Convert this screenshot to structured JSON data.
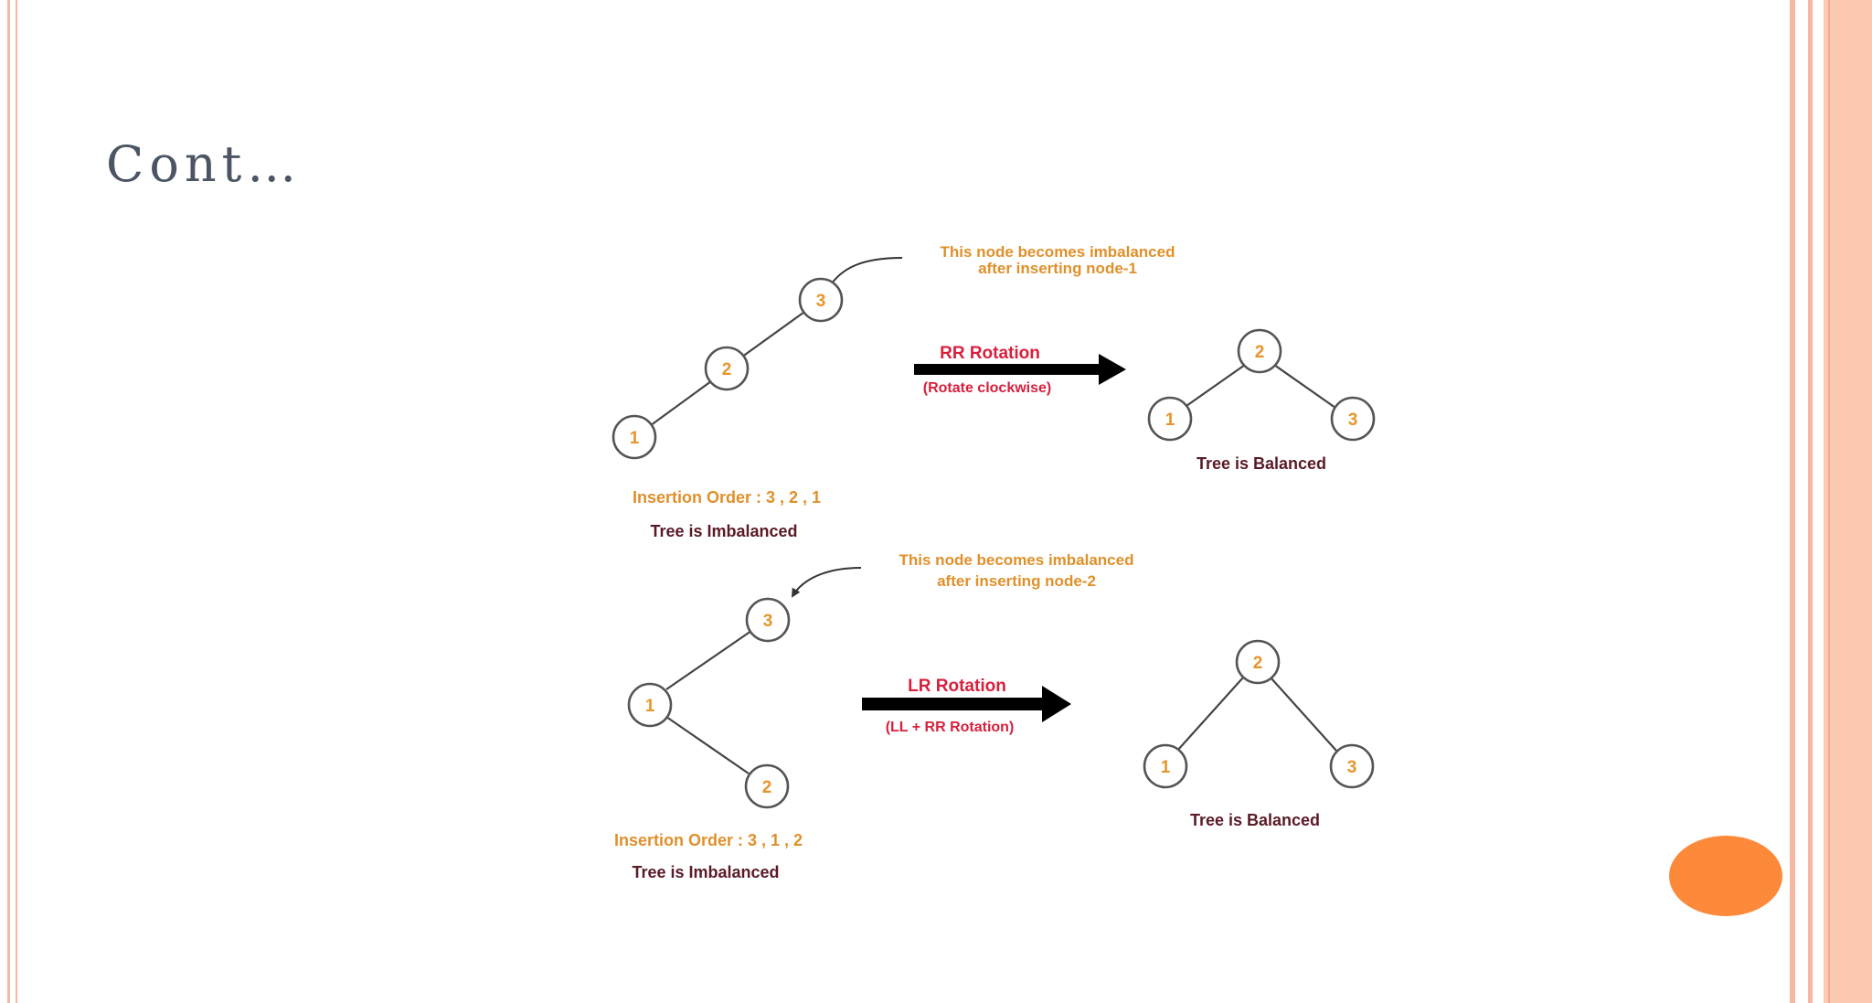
{
  "slide": {
    "title": "Cont…"
  },
  "colors": {
    "node_text": "#e8942a",
    "note_text": "#e0902a",
    "rotation_label": "#d81f3c",
    "status_text": "#5a1a26",
    "frame": "#f7b7a3",
    "frame_fill": "#fcc8b2",
    "accent_dot": "#fd8a3a"
  },
  "diagram_top": {
    "annotation_line1": "This node becomes imbalanced",
    "annotation_line2": "after inserting node-1",
    "before_nodes": [
      "3",
      "2",
      "1"
    ],
    "insertion_order": "Insertion Order : 3 , 2 , 1",
    "before_status": "Tree is Imbalanced",
    "rotation_label": "RR Rotation",
    "rotation_sub": "(Rotate clockwise)",
    "after_nodes": [
      "2",
      "1",
      "3"
    ],
    "after_status": "Tree is Balanced"
  },
  "diagram_bottom": {
    "annotation_line1": "This node becomes imbalanced",
    "annotation_line2": "after inserting node-2",
    "before_nodes": [
      "3",
      "1",
      "2"
    ],
    "insertion_order": "Insertion Order : 3 , 1 , 2",
    "before_status": "Tree is Imbalanced",
    "rotation_label": "LR Rotation",
    "rotation_sub": "(LL + RR Rotation)",
    "after_nodes": [
      "2",
      "1",
      "3"
    ],
    "after_status": "Tree is Balanced"
  }
}
